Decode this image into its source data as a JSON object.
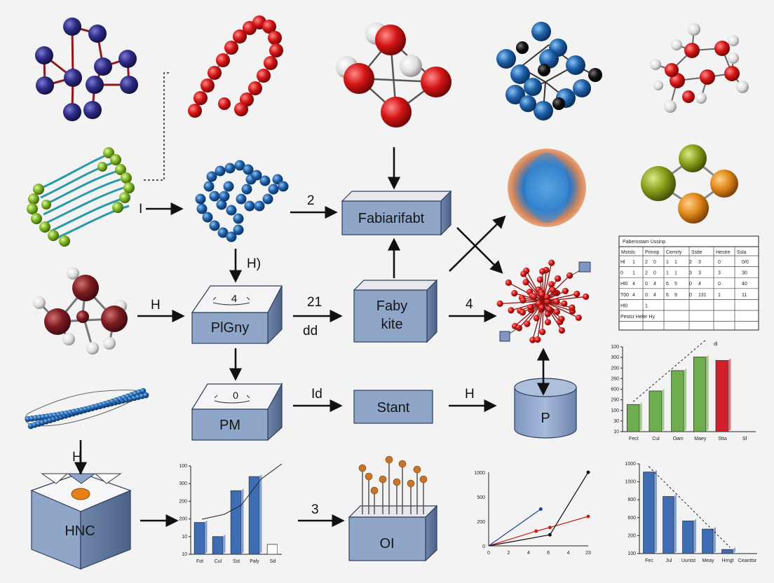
{
  "colors": {
    "background": "#f3f3f3",
    "box_fill": "#8fa6c9",
    "box_top": "#f4f4f6",
    "atom_navy": "#2a2a7a",
    "atom_red": "#cc1111",
    "atom_blue": "#1d5fa8",
    "atom_green": "#79b51e",
    "bar_green": "#6fae4e",
    "bar_red": "#d21f2b",
    "bar_blue": "#3f6db3"
  },
  "boxes": {
    "fab": "Fabiarifabt",
    "faby_line1": "Faby",
    "faby_line2": "kite",
    "plgny_top": "4",
    "plgny_front": "PlGny",
    "pm_top": "0",
    "pm_front": "PM",
    "stant": "Stant",
    "cylinder": "P",
    "hnc": "HNC",
    "oi": "OI"
  },
  "arrow_labels": {
    "l1": "I",
    "l2": "2",
    "h_left": "H",
    "h_paren": "H)",
    "n21": "21",
    "dd": "dd",
    "n4": "4",
    "ld": "Id",
    "h_stant": "H",
    "h_bottom": "H",
    "n3": "3"
  },
  "table": {
    "title": "Paberostam Ussinp",
    "header": [
      "Mstsls",
      "Prinnp",
      "Cemrty",
      "Sstle",
      "Hestre",
      "Ssla"
    ],
    "rows": [
      [
        "Hl",
        "1",
        "2",
        "0",
        "1",
        "1",
        "2",
        "3",
        "0",
        "0/0"
      ],
      [
        "0",
        "1",
        "2",
        "0",
        "1",
        "1",
        "3",
        "3",
        "3",
        "30"
      ],
      [
        "Hl0",
        "4",
        "0",
        "4",
        "6",
        "5",
        "0",
        "4",
        "0",
        "40"
      ],
      [
        "T00",
        "4",
        "0",
        "4",
        "6",
        "9",
        "0",
        "131",
        "1",
        "11"
      ],
      [
        "Hl0",
        "",
        "1",
        "",
        "",
        "",
        "",
        "",
        "",
        ""
      ],
      [
        "Pestsr Heler Hy",
        "",
        "",
        "",
        "",
        "",
        "",
        "",
        "",
        ""
      ]
    ]
  },
  "chart_data": [
    {
      "type": "bar",
      "categories": [
        "Fect",
        "Cul",
        "Oam",
        "Maey",
        "Stta",
        "Sf"
      ],
      "values": [
        40,
        60,
        90,
        110,
        105
      ],
      "yticks": [
        "100",
        "300",
        "200",
        "260",
        "600",
        "290",
        "100",
        "30",
        "10"
      ],
      "annotation": "dl",
      "bar_colors": [
        "#6fae4e",
        "#6fae4e",
        "#6fae4e",
        "#6fae4e",
        "#d21f2b"
      ]
    },
    {
      "type": "bar",
      "categories": [
        "Fot",
        "Cul",
        "Sst",
        "Paly",
        "Sd"
      ],
      "values": [
        45,
        25,
        90,
        110,
        14
      ],
      "yticks": [
        "100",
        "300",
        "200",
        "200",
        "10",
        "10"
      ],
      "bar_colors": [
        "#3f6db3",
        "#3f6db3",
        "#3f6db3",
        "#3f6db3",
        "#ffffff"
      ]
    },
    {
      "type": "line",
      "x": [
        0,
        2,
        4,
        6,
        8,
        23
      ],
      "xticks": [
        "0",
        "2",
        "4",
        "6",
        "4",
        "23"
      ],
      "yticks": [
        "1000",
        "500",
        "200",
        "0"
      ],
      "series": [
        {
          "color": "#1d3f9a",
          "points": [
            [
              0,
              0
            ],
            [
              6.8,
              500
            ]
          ]
        },
        {
          "color": "#c81f1f",
          "points": [
            [
              0,
              0
            ],
            [
              6.2,
              200
            ],
            [
              8,
              250
            ],
            [
              13,
              400
            ]
          ]
        },
        {
          "color": "#111111",
          "points": [
            [
              0,
              0
            ],
            [
              8,
              150
            ],
            [
              13,
              1000
            ]
          ]
        }
      ]
    },
    {
      "type": "bar",
      "categories": [
        "Fec",
        "Jul",
        "Uuntst",
        "Meay",
        "Hrngt",
        "Ceanttsr"
      ],
      "values": [
        1000,
        700,
        400,
        300,
        50
      ],
      "yticks": [
        "1000",
        "1000",
        "800",
        "600",
        "200",
        "100"
      ],
      "bar_colors": [
        "#3f6db3",
        "#3f6db3",
        "#3f6db3",
        "#3f6db3",
        "#3f6db3"
      ]
    }
  ]
}
